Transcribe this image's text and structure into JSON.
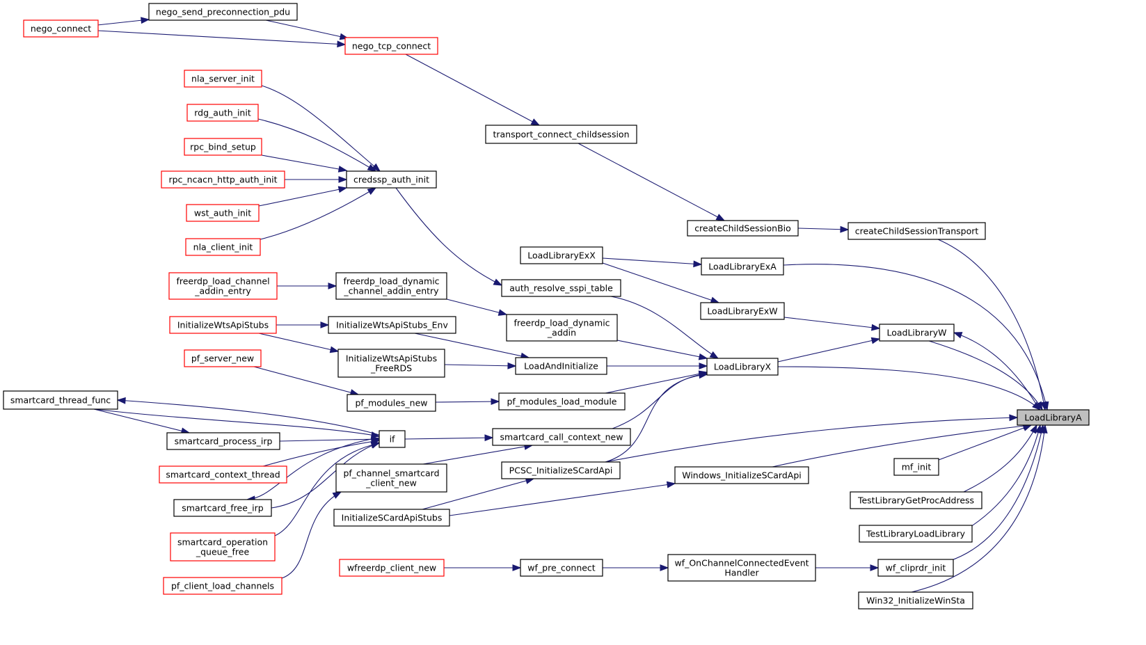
{
  "graph": {
    "colors": {
      "edge": "#191970",
      "external_border": "#ff0000",
      "internal_border": "#000000",
      "root_fill": "#bfbfbf"
    },
    "nodes": [
      {
        "id": "LoadLibraryA",
        "lines": [
          "LoadLibraryA"
        ],
        "style": "root"
      },
      {
        "id": "createChildSessionTransport",
        "lines": [
          "createChildSessionTransport"
        ],
        "style": "black"
      },
      {
        "id": "createChildSessionBio",
        "lines": [
          "createChildSessionBio"
        ],
        "style": "black"
      },
      {
        "id": "transport_connect_childsession",
        "lines": [
          "transport_connect_childsession"
        ],
        "style": "black"
      },
      {
        "id": "nego_tcp_connect",
        "lines": [
          "nego_tcp_connect"
        ],
        "style": "red"
      },
      {
        "id": "nego_send_preconnection_pdu",
        "lines": [
          "nego_send_preconnection_pdu"
        ],
        "style": "black"
      },
      {
        "id": "nego_connect",
        "lines": [
          "nego_connect"
        ],
        "style": "red"
      },
      {
        "id": "LoadLibraryExA",
        "lines": [
          "LoadLibraryExA"
        ],
        "style": "black"
      },
      {
        "id": "LoadLibraryExX",
        "lines": [
          "LoadLibraryExX"
        ],
        "style": "black"
      },
      {
        "id": "LoadLibraryExW",
        "lines": [
          "LoadLibraryExW"
        ],
        "style": "black"
      },
      {
        "id": "LoadLibraryW",
        "lines": [
          "LoadLibraryW"
        ],
        "style": "black"
      },
      {
        "id": "LoadLibraryX",
        "lines": [
          "LoadLibraryX"
        ],
        "style": "black"
      },
      {
        "id": "auth_resolve_sspi_table",
        "lines": [
          "auth_resolve_sspi_table"
        ],
        "style": "black"
      },
      {
        "id": "credssp_auth_init",
        "lines": [
          "credssp_auth_init"
        ],
        "style": "black"
      },
      {
        "id": "nla_server_init",
        "lines": [
          "nla_server_init"
        ],
        "style": "red"
      },
      {
        "id": "rdg_auth_init",
        "lines": [
          "rdg_auth_init"
        ],
        "style": "red"
      },
      {
        "id": "rpc_bind_setup",
        "lines": [
          "rpc_bind_setup"
        ],
        "style": "red"
      },
      {
        "id": "rpc_ncacn_http_auth_init",
        "lines": [
          "rpc_ncacn_http_auth_init"
        ],
        "style": "red"
      },
      {
        "id": "wst_auth_init",
        "lines": [
          "wst_auth_init"
        ],
        "style": "red"
      },
      {
        "id": "nla_client_init",
        "lines": [
          "nla_client_init"
        ],
        "style": "red"
      },
      {
        "id": "freerdp_load_dynamic_addin",
        "lines": [
          "freerdp_load_dynamic",
          "_addin"
        ],
        "style": "black"
      },
      {
        "id": "freerdp_load_dynamic_channel_addin_entry",
        "lines": [
          "freerdp_load_dynamic",
          "_channel_addin_entry"
        ],
        "style": "black"
      },
      {
        "id": "freerdp_load_channel_addin_entry",
        "lines": [
          "freerdp_load_channel",
          "_addin_entry"
        ],
        "style": "red"
      },
      {
        "id": "LoadAndInitialize",
        "lines": [
          "LoadAndInitialize"
        ],
        "style": "black"
      },
      {
        "id": "InitializeWtsApiStubs_Env",
        "lines": [
          "InitializeWtsApiStubs_Env"
        ],
        "style": "black"
      },
      {
        "id": "InitializeWtsApiStubs_FreeRDS",
        "lines": [
          "InitializeWtsApiStubs",
          "_FreeRDS"
        ],
        "style": "black"
      },
      {
        "id": "InitializeWtsApiStubs",
        "lines": [
          "InitializeWtsApiStubs"
        ],
        "style": "red"
      },
      {
        "id": "pf_modules_load_module",
        "lines": [
          "pf_modules_load_module"
        ],
        "style": "black"
      },
      {
        "id": "pf_modules_new",
        "lines": [
          "pf_modules_new"
        ],
        "style": "black"
      },
      {
        "id": "pf_server_new",
        "lines": [
          "pf_server_new"
        ],
        "style": "red"
      },
      {
        "id": "smartcard_call_context_new",
        "lines": [
          "smartcard_call_context_new"
        ],
        "style": "black"
      },
      {
        "id": "if",
        "lines": [
          "if"
        ],
        "style": "black"
      },
      {
        "id": "smartcard_thread_func",
        "lines": [
          "smartcard_thread_func"
        ],
        "style": "black"
      },
      {
        "id": "smartcard_process_irp",
        "lines": [
          "smartcard_process_irp"
        ],
        "style": "black"
      },
      {
        "id": "smartcard_context_thread",
        "lines": [
          "smartcard_context_thread"
        ],
        "style": "red"
      },
      {
        "id": "smartcard_free_irp",
        "lines": [
          "smartcard_free_irp"
        ],
        "style": "black"
      },
      {
        "id": "smartcard_operation_queue_free",
        "lines": [
          "smartcard_operation",
          "_queue_free"
        ],
        "style": "red"
      },
      {
        "id": "pf_client_load_channels",
        "lines": [
          "pf_client_load_channels"
        ],
        "style": "red"
      },
      {
        "id": "pf_channel_smartcard_client_new",
        "lines": [
          "pf_channel_smartcard",
          "_client_new"
        ],
        "style": "black"
      },
      {
        "id": "PCSC_InitializeSCardApi",
        "lines": [
          "PCSC_InitializeSCardApi"
        ],
        "style": "black"
      },
      {
        "id": "InitializeSCardApiStubs",
        "lines": [
          "InitializeSCardApiStubs"
        ],
        "style": "black"
      },
      {
        "id": "Windows_InitializeSCardApi",
        "lines": [
          "Windows_InitializeSCardApi"
        ],
        "style": "black"
      },
      {
        "id": "mf_init",
        "lines": [
          "mf_init"
        ],
        "style": "black"
      },
      {
        "id": "TestLibraryGetProcAddress",
        "lines": [
          "TestLibraryGetProcAddress"
        ],
        "style": "black"
      },
      {
        "id": "TestLibraryLoadLibrary",
        "lines": [
          "TestLibraryLoadLibrary"
        ],
        "style": "black"
      },
      {
        "id": "wf_cliprdr_init",
        "lines": [
          "wf_cliprdr_init"
        ],
        "style": "black"
      },
      {
        "id": "wf_OnChannelConnectedEventHandler",
        "lines": [
          "wf_OnChannelConnectedEvent",
          "Handler"
        ],
        "style": "black"
      },
      {
        "id": "wf_pre_connect",
        "lines": [
          "wf_pre_connect"
        ],
        "style": "black"
      },
      {
        "id": "wfreerdp_client_new",
        "lines": [
          "wfreerdp_client_new"
        ],
        "style": "red"
      },
      {
        "id": "Win32_InitializeWinSta",
        "lines": [
          "Win32_InitializeWinSta"
        ],
        "style": "black"
      }
    ],
    "edges": [
      {
        "from": "createChildSessionTransport",
        "to": "LoadLibraryA"
      },
      {
        "from": "createChildSessionBio",
        "to": "createChildSessionTransport"
      },
      {
        "from": "transport_connect_childsession",
        "to": "createChildSessionBio"
      },
      {
        "from": "nego_tcp_connect",
        "to": "transport_connect_childsession"
      },
      {
        "from": "nego_send_preconnection_pdu",
        "to": "nego_tcp_connect"
      },
      {
        "from": "nego_connect",
        "to": "nego_send_preconnection_pdu"
      },
      {
        "from": "nego_connect",
        "to": "nego_tcp_connect"
      },
      {
        "from": "LoadLibraryExA",
        "to": "LoadLibraryA"
      },
      {
        "from": "LoadLibraryExX",
        "to": "LoadLibraryExA"
      },
      {
        "from": "LoadLibraryExX",
        "to": "LoadLibraryExW"
      },
      {
        "from": "LoadLibraryExW",
        "to": "LoadLibraryW"
      },
      {
        "from": "LoadLibraryW",
        "to": "LoadLibraryA"
      },
      {
        "from": "LoadLibraryA",
        "to": "LoadLibraryW"
      },
      {
        "from": "LoadLibraryX",
        "to": "LoadLibraryW"
      },
      {
        "from": "LoadLibraryX",
        "to": "LoadLibraryA"
      },
      {
        "from": "auth_resolve_sspi_table",
        "to": "LoadLibraryX"
      },
      {
        "from": "credssp_auth_init",
        "to": "auth_resolve_sspi_table"
      },
      {
        "from": "nla_server_init",
        "to": "credssp_auth_init"
      },
      {
        "from": "rdg_auth_init",
        "to": "credssp_auth_init"
      },
      {
        "from": "rpc_bind_setup",
        "to": "credssp_auth_init"
      },
      {
        "from": "rpc_ncacn_http_auth_init",
        "to": "credssp_auth_init"
      },
      {
        "from": "wst_auth_init",
        "to": "credssp_auth_init"
      },
      {
        "from": "nla_client_init",
        "to": "credssp_auth_init"
      },
      {
        "from": "freerdp_load_dynamic_addin",
        "to": "LoadLibraryX"
      },
      {
        "from": "freerdp_load_dynamic_channel_addin_entry",
        "to": "freerdp_load_dynamic_addin"
      },
      {
        "from": "freerdp_load_channel_addin_entry",
        "to": "freerdp_load_dynamic_channel_addin_entry"
      },
      {
        "from": "LoadAndInitialize",
        "to": "LoadLibraryX"
      },
      {
        "from": "InitializeWtsApiStubs_Env",
        "to": "LoadAndInitialize"
      },
      {
        "from": "InitializeWtsApiStubs_FreeRDS",
        "to": "LoadAndInitialize"
      },
      {
        "from": "InitializeWtsApiStubs",
        "to": "InitializeWtsApiStubs_Env"
      },
      {
        "from": "InitializeWtsApiStubs",
        "to": "InitializeWtsApiStubs_FreeRDS"
      },
      {
        "from": "pf_modules_load_module",
        "to": "LoadLibraryX"
      },
      {
        "from": "pf_modules_new",
        "to": "pf_modules_load_module"
      },
      {
        "from": "pf_server_new",
        "to": "pf_modules_new"
      },
      {
        "from": "smartcard_call_context_new",
        "to": "LoadLibraryX"
      },
      {
        "from": "if",
        "to": "smartcard_call_context_new"
      },
      {
        "from": "if",
        "to": "smartcard_thread_func"
      },
      {
        "from": "smartcard_thread_func",
        "to": "smartcard_process_irp"
      },
      {
        "from": "smartcard_thread_func",
        "to": "if"
      },
      {
        "from": "smartcard_process_irp",
        "to": "if"
      },
      {
        "from": "smartcard_context_thread",
        "to": "if"
      },
      {
        "from": "smartcard_free_irp",
        "to": "if"
      },
      {
        "from": "if",
        "to": "smartcard_free_irp"
      },
      {
        "from": "smartcard_operation_queue_free",
        "to": "if"
      },
      {
        "from": "pf_client_load_channels",
        "to": "pf_channel_smartcard_client_new"
      },
      {
        "from": "pf_channel_smartcard_client_new",
        "to": "smartcard_call_context_new"
      },
      {
        "from": "PCSC_InitializeSCardApi",
        "to": "LoadLibraryX"
      },
      {
        "from": "PCSC_InitializeSCardApi",
        "to": "LoadLibraryA"
      },
      {
        "from": "InitializeSCardApiStubs",
        "to": "PCSC_InitializeSCardApi"
      },
      {
        "from": "InitializeSCardApiStubs",
        "to": "Windows_InitializeSCardApi"
      },
      {
        "from": "Windows_InitializeSCardApi",
        "to": "LoadLibraryA"
      },
      {
        "from": "mf_init",
        "to": "LoadLibraryA"
      },
      {
        "from": "TestLibraryGetProcAddress",
        "to": "LoadLibraryA"
      },
      {
        "from": "TestLibraryLoadLibrary",
        "to": "LoadLibraryA"
      },
      {
        "from": "wf_cliprdr_init",
        "to": "LoadLibraryA"
      },
      {
        "from": "wf_OnChannelConnectedEventHandler",
        "to": "wf_cliprdr_init"
      },
      {
        "from": "wf_pre_connect",
        "to": "wf_OnChannelConnectedEventHandler"
      },
      {
        "from": "wfreerdp_client_new",
        "to": "wf_pre_connect"
      },
      {
        "from": "Win32_InitializeWinSta",
        "to": "LoadLibraryA"
      }
    ]
  }
}
